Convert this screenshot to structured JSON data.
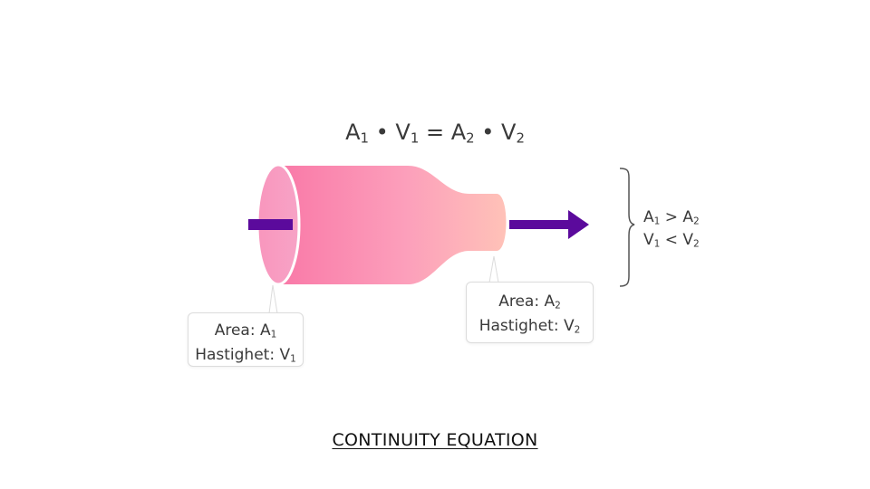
{
  "equation": {
    "a1": "A",
    "a1_sub": "1",
    "dot1": "•",
    "v1": "V",
    "v1_sub": "1",
    "equals": "=",
    "a2": "A",
    "a2_sub": "2",
    "dot2": "•",
    "v2": "V",
    "v2_sub": "2"
  },
  "callout_inlet": {
    "area_label": "Area: A",
    "area_sub": "1",
    "speed_label": "Hastighet: V",
    "speed_sub": "1"
  },
  "callout_outlet": {
    "area_label": "Area: A",
    "area_sub": "2",
    "speed_label": "Hastighet: V",
    "speed_sub": "2"
  },
  "relations": {
    "area_left": "A",
    "area_left_sub": "1",
    "area_op": ">",
    "area_right": "A",
    "area_right_sub": "2",
    "speed_left": "V",
    "speed_left_sub": "1",
    "speed_op": "<",
    "speed_right": "V",
    "speed_right_sub": "2"
  },
  "caption": "CONTINUITY EQUATION",
  "colors": {
    "pipe_start": "#f97aa8",
    "pipe_end": "#ffc2b8",
    "inlet_face": "#f896bd",
    "arrow": "#5b0a9c",
    "bracket": "#555555"
  }
}
